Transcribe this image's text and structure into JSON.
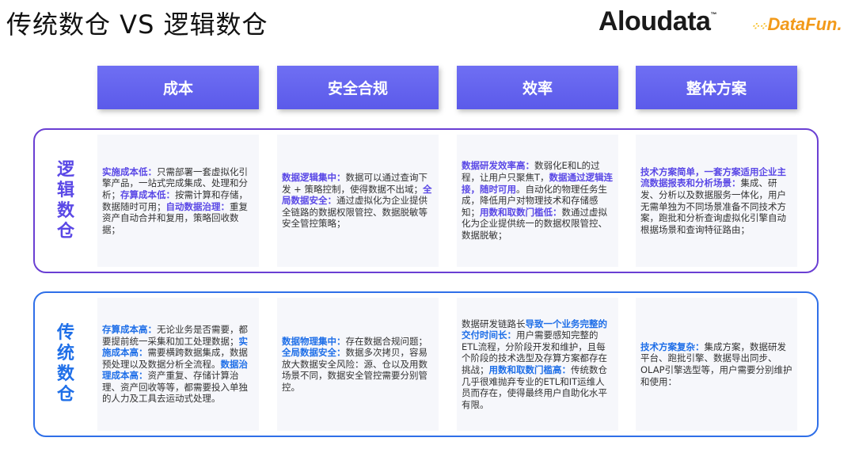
{
  "title": "传统数仓 VS 逻辑数仓",
  "logos": {
    "aloudata": "Aloudata",
    "aloudata_tm": "™",
    "datafun": "DataFun."
  },
  "headers": [
    "成本",
    "安全合规",
    "效率",
    "整体方案"
  ],
  "rows": [
    {
      "label": "逻辑数仓",
      "color": "#5a48e6",
      "cells": [
        [
          {
            "t": "实施成本低：",
            "hl": true
          },
          {
            "t": "只需部署一套虚拟化引擎产品，一站式完成集成、处理和分析；"
          },
          {
            "t": "存算成本低：",
            "hl": true
          },
          {
            "t": "按需计算和存储，数据随时可用；"
          },
          {
            "t": "自动数据治理：",
            "hl": true
          },
          {
            "t": "重复资产自动合并和复用，策略回收数据；"
          }
        ],
        [
          {
            "t": "数据逻辑集中：",
            "hl": true
          },
          {
            "t": "数据可以通过查询下发 + 策略控制，使得数据不出域；"
          },
          {
            "t": "全局数据安全：",
            "hl": true
          },
          {
            "t": "通过虚拟化为企业提供全链路的数据权限管控、数据脱敏等安全管控策略；"
          }
        ],
        [
          {
            "t": "数据研发效率高：",
            "hl": true
          },
          {
            "t": "数弱化E和L的过程，让用户只聚焦T，"
          },
          {
            "t": "数据通过逻辑连接，随时可用",
            "hl": true
          },
          {
            "t": "。自动化的物理任务生成，降低用户对物理技术和存储感知；"
          },
          {
            "t": "用数和取数门槛低：",
            "hl": true
          },
          {
            "t": "数通过虚拟化为企业提供统一的数据权限管控、数据脱敏；"
          }
        ],
        [
          {
            "t": "技术方案简单，一套方案适用企业主流数据报表和分析场景：",
            "hl": true
          },
          {
            "t": "集成、研发、分析以及数据服务一体化，用户无需单独为不同场景准备不同技术方案，跑批和分析查询虚拟化引擎自动根据场景和查询特征路由；"
          }
        ]
      ]
    },
    {
      "label": "传统数仓",
      "color": "#1f6fe8",
      "cells": [
        [
          {
            "t": "存算成本高：",
            "hl": true
          },
          {
            "t": "无论业务是否需要，都要提前统一采集和加工处理数据；"
          },
          {
            "t": "实施成本高：",
            "hl": true
          },
          {
            "t": "需要横跨数据集成，数据预处理以及数据分析全流程。"
          },
          {
            "t": "数据治理成本高：",
            "hl": true
          },
          {
            "t": "资产重复、存储计算治理、资产回收等等，都需要投入单独的人力及工具去运动式处理。"
          }
        ],
        [
          {
            "t": "数据物理集中：",
            "hl": true
          },
          {
            "t": "存在数据合规问题；"
          },
          {
            "t": "全局数据安全：",
            "hl": true
          },
          {
            "t": "数据多次拷贝，容易放大数据安全风险：源、仓以及用数场景不同，数据安全管控需要分别管控。"
          }
        ],
        [
          {
            "t": "数据研发链路长"
          },
          {
            "t": "导致一个业务完整的交付时间长：",
            "hl": true
          },
          {
            "t": "用户需要感知完整的ETL流程，分阶段开发和维护，且每个阶段的技术选型及存算方案都存在挑战；"
          },
          {
            "t": "用数和取数门槛高：",
            "hl": true
          },
          {
            "t": "传统数仓几乎很难抛弃专业的ETL和IT运维人员而存在，使得最终用户自助化水平有限。"
          }
        ],
        [
          {
            "t": "技术方案复杂：",
            "hl": true
          },
          {
            "t": "集成方案，数据研发平台、跑批引擎、数据导出同步、OLAP引擎选型等，用户需要分别维护和使用："
          }
        ]
      ]
    }
  ]
}
